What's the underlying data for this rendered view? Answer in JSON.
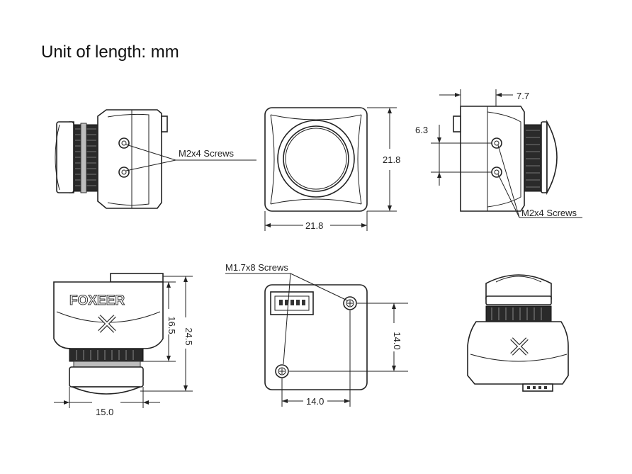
{
  "title": "Unit of length: mm",
  "brand": "FOXEER",
  "labels": {
    "screws_m2x4": "M2x4 Screws",
    "screws_m1_7x8": "M1.7x8 Screws"
  },
  "dimensions": {
    "front_height": "21.8",
    "front_width": "21.8",
    "side_depth": "7.7",
    "side_screw_spacing": "6.3",
    "bottom_height_inner": "16.5",
    "bottom_height_total": "24.5",
    "bottom_width": "15.0",
    "back_screw_vertical": "14.0",
    "back_screw_horizontal": "14.0"
  }
}
